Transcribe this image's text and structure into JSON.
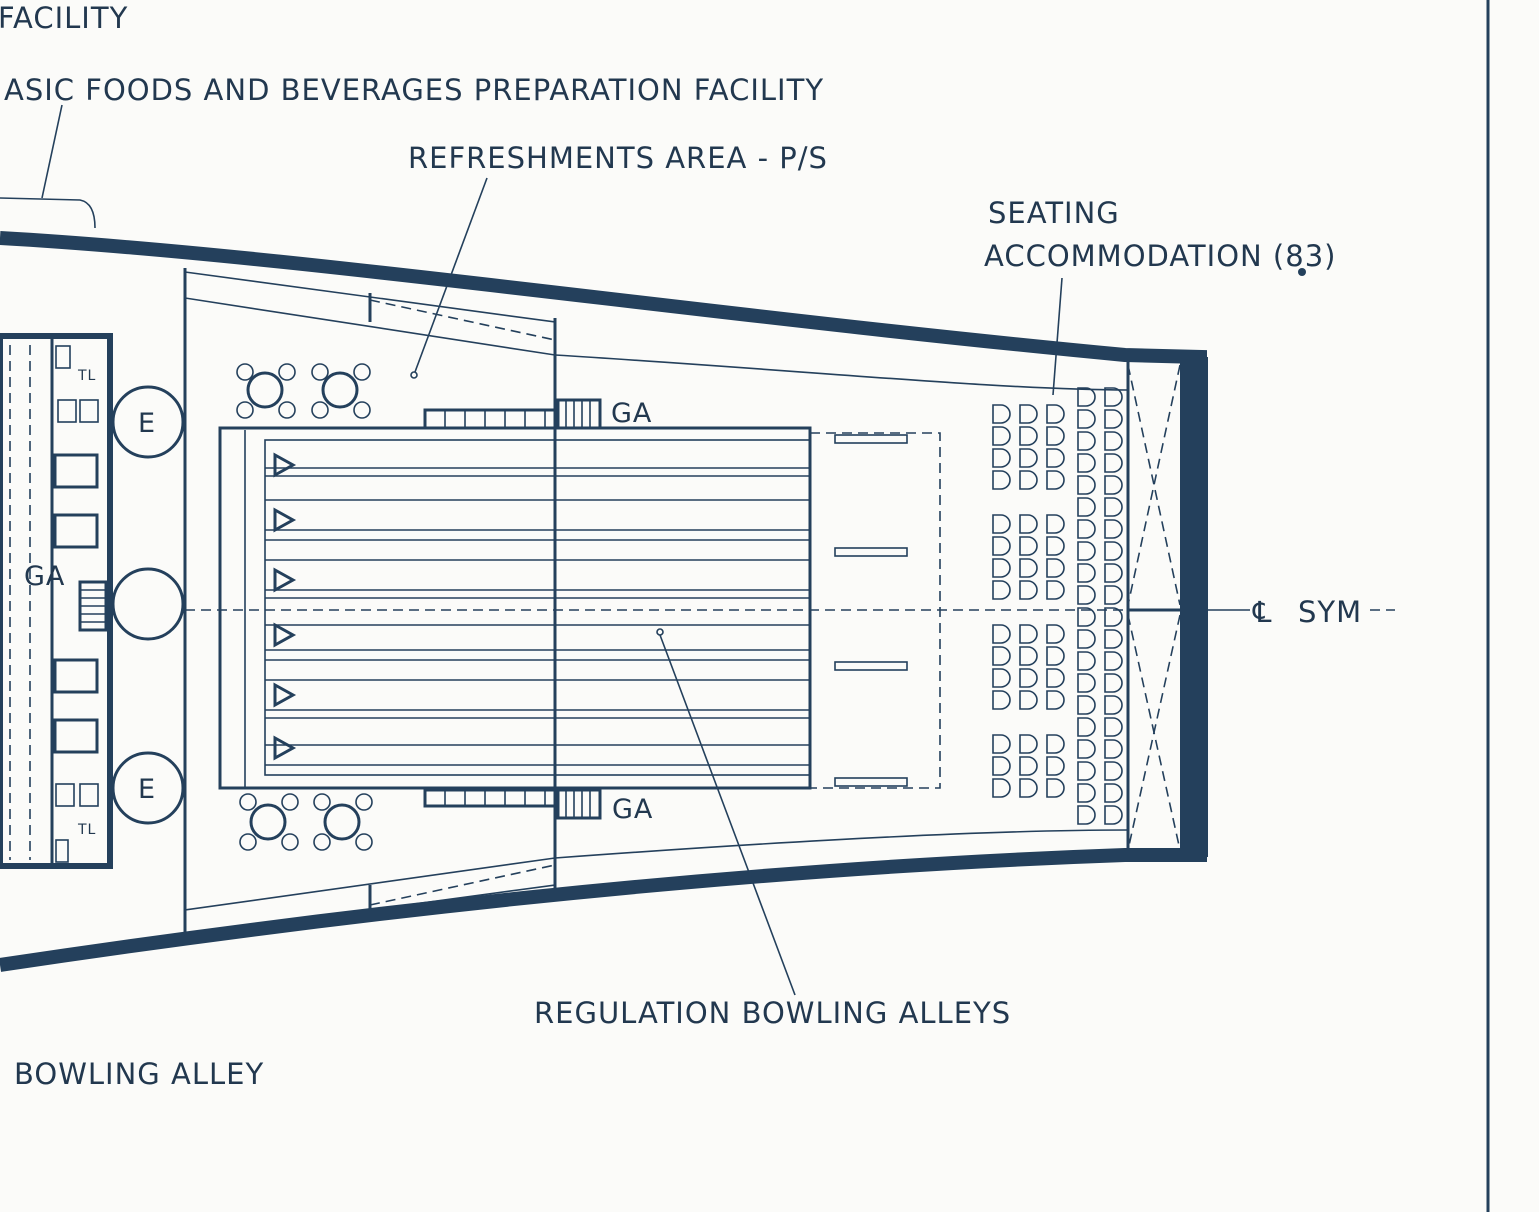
{
  "labels": {
    "facility": "FACILITY",
    "basic_foods": "ASIC FOODS AND BEVERAGES PREPARATION FACILITY",
    "refreshments": "REFRESHMENTS AREA - P/S",
    "seating_line1": "SEATING",
    "seating_line2": "ACCOMMODATION (83)",
    "centerline": "SYM",
    "centerline_symbol": "℄",
    "regulation_alleys": "REGULATION BOWLING ALLEYS",
    "bowling_alley": "BOWLING ALLEY",
    "ga_top": "GA",
    "ga_bottom": "GA",
    "ga_left": "GA",
    "e_top": "E",
    "e_bottom": "E",
    "tl_top": "TL",
    "tl_bottom": "TL"
  },
  "colors": {
    "ink": "#24405c",
    "paper": "#fbfbf9"
  }
}
